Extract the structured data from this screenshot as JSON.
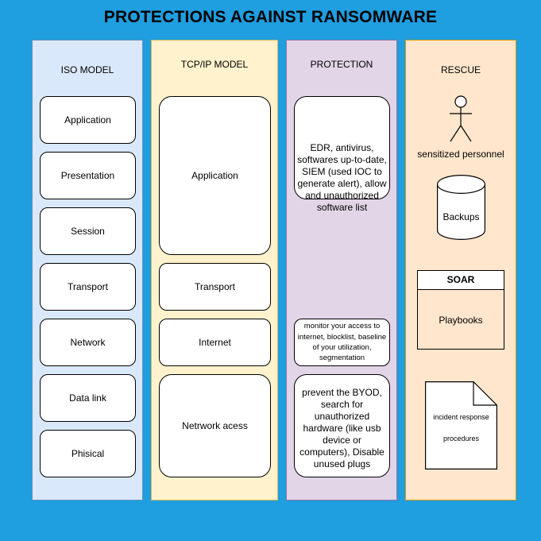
{
  "title": "PROTECTIONS AGAINST RANSOMWARE",
  "columns": {
    "iso": {
      "heading": "ISO MODEL",
      "layers": [
        "Application",
        "Presentation",
        "Session",
        "Transport",
        "Network",
        "Data link",
        "Phisical"
      ]
    },
    "tcp": {
      "heading": "TCP/IP MODEL",
      "layers": [
        "Application",
        "Transport",
        "Internet",
        "Netrwork acess"
      ]
    },
    "protection": {
      "heading": "PROTECTION",
      "items": [
        "EDR, antivirus, softwares up-to-date, SIEM (used IOC to generate alert), allow and unauthorized software list",
        "monitor your access to internet, blocklist, baseline of your utilization, segmentation",
        "prevent the BYOD, search for unauthorized hardware (like usb device or computers), Disable unused plugs"
      ]
    },
    "rescue": {
      "heading": "RESCUE",
      "personnel": "sensitized personnel",
      "backups": "Backups",
      "soar_title": "SOAR",
      "soar_body": "Playbooks",
      "doc_lines": [
        "incident response",
        "procedures"
      ]
    }
  },
  "colors": {
    "background": "#1f9ee0",
    "iso": "#dae8fc",
    "tcp": "#fff2cc",
    "protection": "#e1d5e7",
    "rescue": "#ffe6cc"
  }
}
